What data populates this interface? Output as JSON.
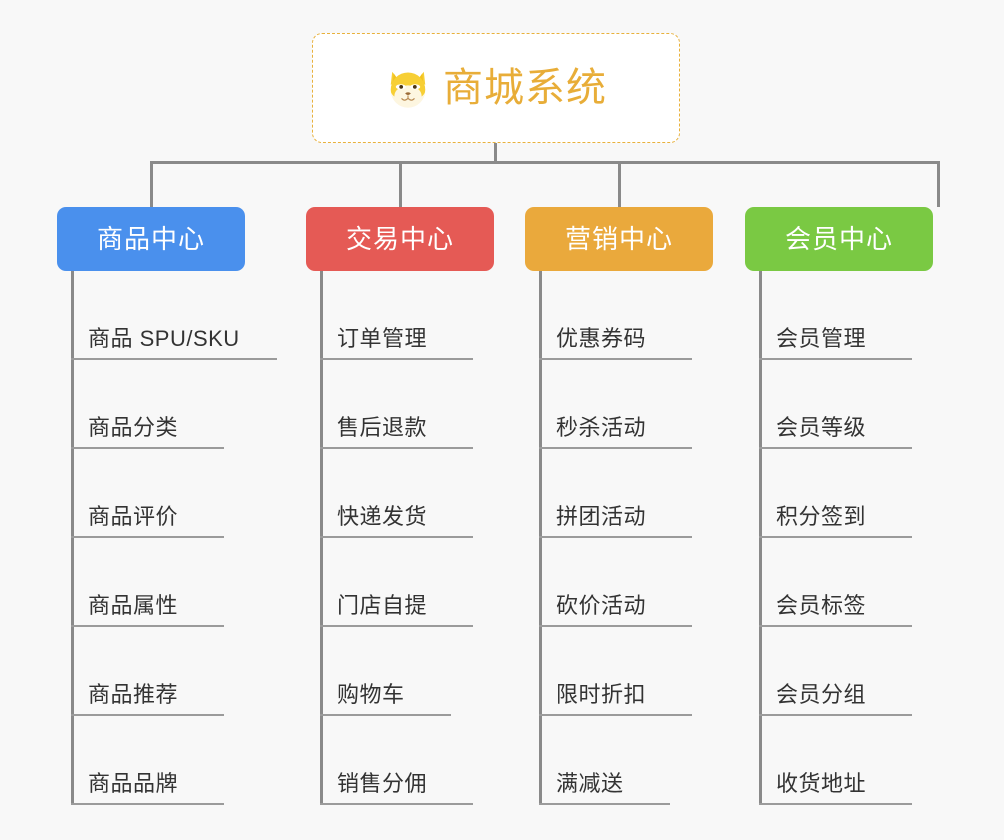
{
  "background_color": "#f8f8f8",
  "root": {
    "title": "商城系统",
    "icon": "shiba-dog-face-icon",
    "text_color": "#e8ad38",
    "border_color": "#e8b13c",
    "background": "#ffffff"
  },
  "connector_color": "#8a8a8a",
  "categories": [
    {
      "label": "商品中心",
      "color": "#4a90ed",
      "items": [
        {
          "label": "商品 SPU/SKU",
          "underline_width": 206
        },
        {
          "label": "商品分类",
          "underline_width": 153
        },
        {
          "label": "商品评价",
          "underline_width": 153
        },
        {
          "label": "商品属性",
          "underline_width": 153
        },
        {
          "label": "商品推荐",
          "underline_width": 153
        },
        {
          "label": "商品品牌",
          "underline_width": 153
        }
      ]
    },
    {
      "label": "交易中心",
      "color": "#e55a55",
      "items": [
        {
          "label": "订单管理",
          "underline_width": 153
        },
        {
          "label": "售后退款",
          "underline_width": 153
        },
        {
          "label": "快递发货",
          "underline_width": 153
        },
        {
          "label": "门店自提",
          "underline_width": 153
        },
        {
          "label": "购物车",
          "underline_width": 131
        },
        {
          "label": "销售分佣",
          "underline_width": 153
        }
      ]
    },
    {
      "label": "营销中心",
      "color": "#eaa93c",
      "items": [
        {
          "label": "优惠券码",
          "underline_width": 153
        },
        {
          "label": "秒杀活动",
          "underline_width": 153
        },
        {
          "label": "拼团活动",
          "underline_width": 153
        },
        {
          "label": "砍价活动",
          "underline_width": 153
        },
        {
          "label": "限时折扣",
          "underline_width": 153
        },
        {
          "label": "满减送",
          "underline_width": 131
        }
      ]
    },
    {
      "label": "会员中心",
      "color": "#7ac943",
      "items": [
        {
          "label": "会员管理",
          "underline_width": 153
        },
        {
          "label": "会员等级",
          "underline_width": 153
        },
        {
          "label": "积分签到",
          "underline_width": 153
        },
        {
          "label": "会员标签",
          "underline_width": 153
        },
        {
          "label": "会员分组",
          "underline_width": 153
        },
        {
          "label": "收货地址",
          "underline_width": 153
        }
      ]
    }
  ]
}
